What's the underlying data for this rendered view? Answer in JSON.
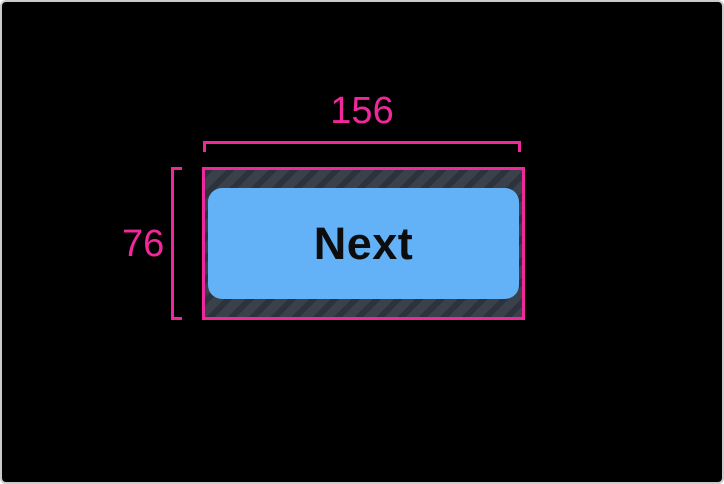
{
  "measurements": {
    "width_label": "156",
    "height_label": "76"
  },
  "button": {
    "label": "Next"
  },
  "colors": {
    "accent-pink": "#F0289B",
    "hatch-bg": "#3A414A",
    "hatch-stripe": "#2D333C",
    "button-blue": "#63B2F7",
    "button-text": "#0D0D0D",
    "canvas-bg": "#000000",
    "canvas-border": "#CBCBCB"
  }
}
